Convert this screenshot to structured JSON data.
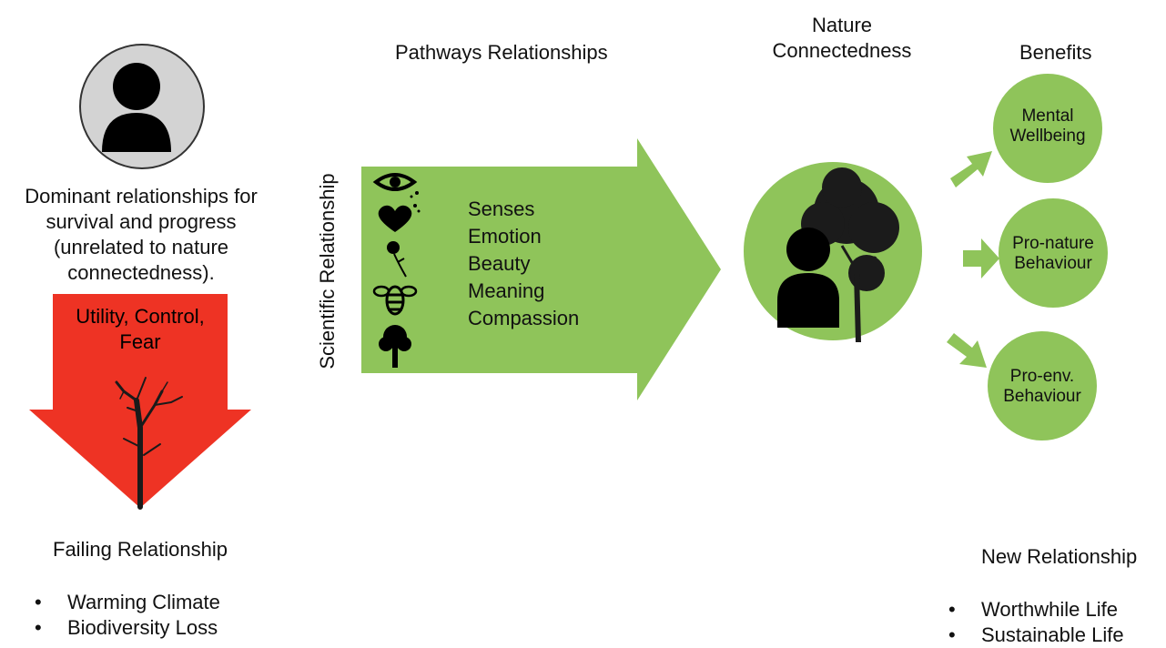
{
  "left": {
    "description_lines": [
      "Dominant relationships for",
      "survival and progress",
      "(unrelated to nature",
      "connectedness)."
    ],
    "arrow_label_lines": [
      "Utility, Control,",
      "Fear"
    ],
    "failing_title": "Failing Relationship",
    "failing_items": [
      "Warming Climate",
      "Biodiversity Loss"
    ]
  },
  "middle": {
    "title": "Pathways Relationships",
    "vertical_label": "Scientific Relationship",
    "pathways": [
      "Senses",
      "Emotion",
      "Beauty",
      "Meaning",
      "Compassion"
    ],
    "pathway_icons": [
      "eye-icon",
      "heart-icon",
      "rose-icon",
      "bee-icon",
      "tree-icon"
    ]
  },
  "center": {
    "title_lines": [
      "Nature",
      "Connectedness"
    ]
  },
  "right": {
    "title": "Benefits",
    "benefits": [
      {
        "lines": [
          "Mental",
          "Wellbeing"
        ]
      },
      {
        "lines": [
          "Pro-nature",
          "Behaviour"
        ]
      },
      {
        "lines": [
          "Pro-env.",
          "Behaviour"
        ]
      }
    ],
    "new_title": "New Relationship",
    "new_items": [
      "Worthwhile Life",
      "Sustainable Life"
    ]
  },
  "colors": {
    "green": "#8fc45a",
    "red": "#ee3324",
    "grey_circle": "#d3d3d3",
    "silhouette": "#000000"
  }
}
